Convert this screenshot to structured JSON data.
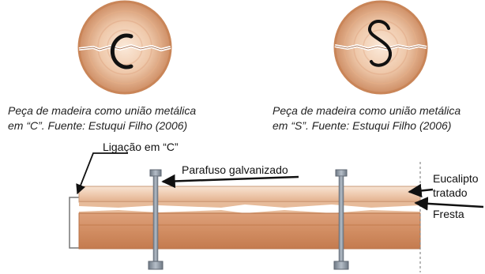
{
  "captions": {
    "left": {
      "line1": "Peça de madeira como união metálica",
      "line2": "em “C”. Fuente: Estuqui Filho (2006)"
    },
    "right": {
      "line1": "Peça de madeira como união metálica",
      "line2": "em “S”. Fuente: Estuqui Filho (2006)"
    }
  },
  "labels": {
    "connector": "Ligação em “C”",
    "bolt": "Parafuso galvanizado",
    "eucalyptus_line1": "Eucalipto",
    "eucalyptus_line2": "tratado",
    "crack": "Fresta"
  },
  "icons": {
    "left_disk_glyph": "C-shaped-metal-connector",
    "right_disk_glyph": "S-shaped-metal-connector"
  },
  "colors": {
    "wood_light": "#f1d3bd",
    "wood_mid": "#dfa57f",
    "wood_dark": "#c07a4b",
    "steel": "#8d97a3",
    "ink": "#111111"
  }
}
